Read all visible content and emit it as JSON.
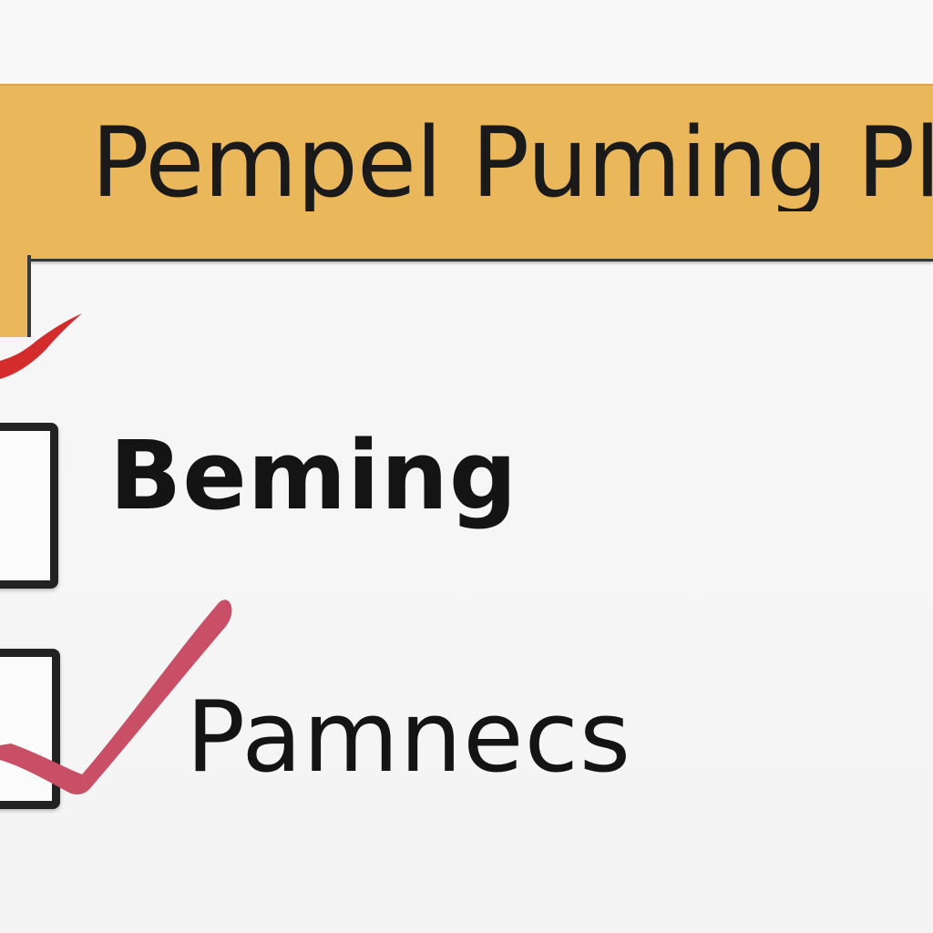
{
  "header": {
    "title": "Pempel Puming Plur"
  },
  "checklist": {
    "items": [
      {
        "label": "Beming",
        "checked": false
      },
      {
        "label": "Pamnecs",
        "checked": true
      }
    ]
  },
  "colors": {
    "header_background": "#eab85a",
    "checkmark_top": "#d42c2c",
    "checkmark_item": "#c84f66",
    "text": "#141414"
  }
}
